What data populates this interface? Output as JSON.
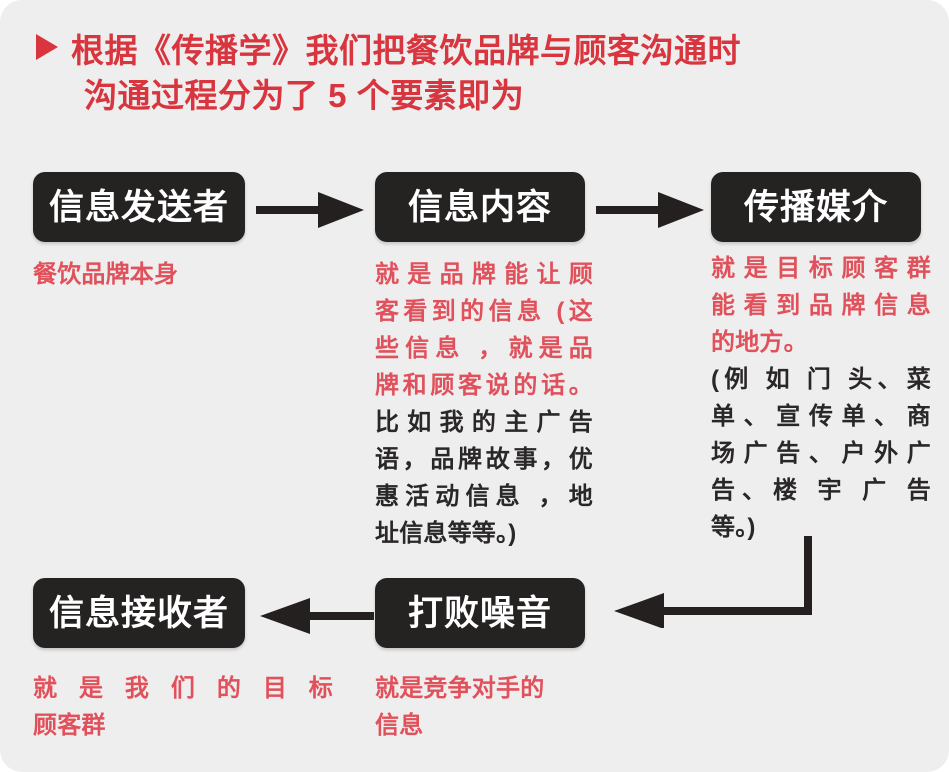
{
  "page": {
    "background_color": "#eeeeee",
    "title_color": "#d8353f",
    "caption_red": "#e1515c",
    "caption_black": "#2a2727",
    "box_fill": "#252222",
    "box_text_color": "#ffffff",
    "arrow_color": "#252020"
  },
  "title": {
    "bullet_icon": "triangle-right-icon",
    "line1": "根据《传播学》我们把餐饮品牌与顾客沟通时",
    "line2": "沟通过程分为了 5 个要素即为"
  },
  "nodes": {
    "sender": {
      "label": "信息发送者"
    },
    "content": {
      "label": "信息内容"
    },
    "media": {
      "label": "传播媒介"
    },
    "receiver": {
      "label": "信息接收者"
    },
    "noise": {
      "label": "打败噪音"
    }
  },
  "captions": {
    "sender": {
      "red_lines": [
        "餐饮品牌本身"
      ],
      "black_lines": []
    },
    "content": {
      "red_lines": [
        "就是品牌能让顾",
        "客看到的信息 (这",
        "些信息 ，就是品",
        "牌和顾客说的话。"
      ],
      "black_lines": [
        "比如我的主广告",
        "语，品牌故事，优",
        "惠活动信息 ，地",
        "址信息等等。)"
      ]
    },
    "media": {
      "red_lines": [
        "就是目标顾客群",
        "能看到品牌信息",
        "的地方。"
      ],
      "black_lines": [
        "(例 如 门 头、菜",
        "单、宣传单、商",
        "场广告、户外广",
        "告、楼 宇 广 告",
        "等。)"
      ]
    },
    "receiver": {
      "red_lines": [
        "就是我们的目标",
        "顾客群"
      ],
      "black_lines": []
    },
    "noise": {
      "red_lines": [
        "就是竞争对手的",
        "信息"
      ],
      "black_lines": []
    }
  },
  "arrows": {
    "sender_to_content": {
      "icon": "arrow-right-icon",
      "direction": "right"
    },
    "content_to_media": {
      "icon": "arrow-right-icon",
      "direction": "right"
    },
    "noise_to_receiver": {
      "icon": "arrow-left-icon",
      "direction": "left"
    },
    "media_to_noise": {
      "icon": "elbow-arrow-down-left-icon",
      "direction": "down-left"
    }
  }
}
